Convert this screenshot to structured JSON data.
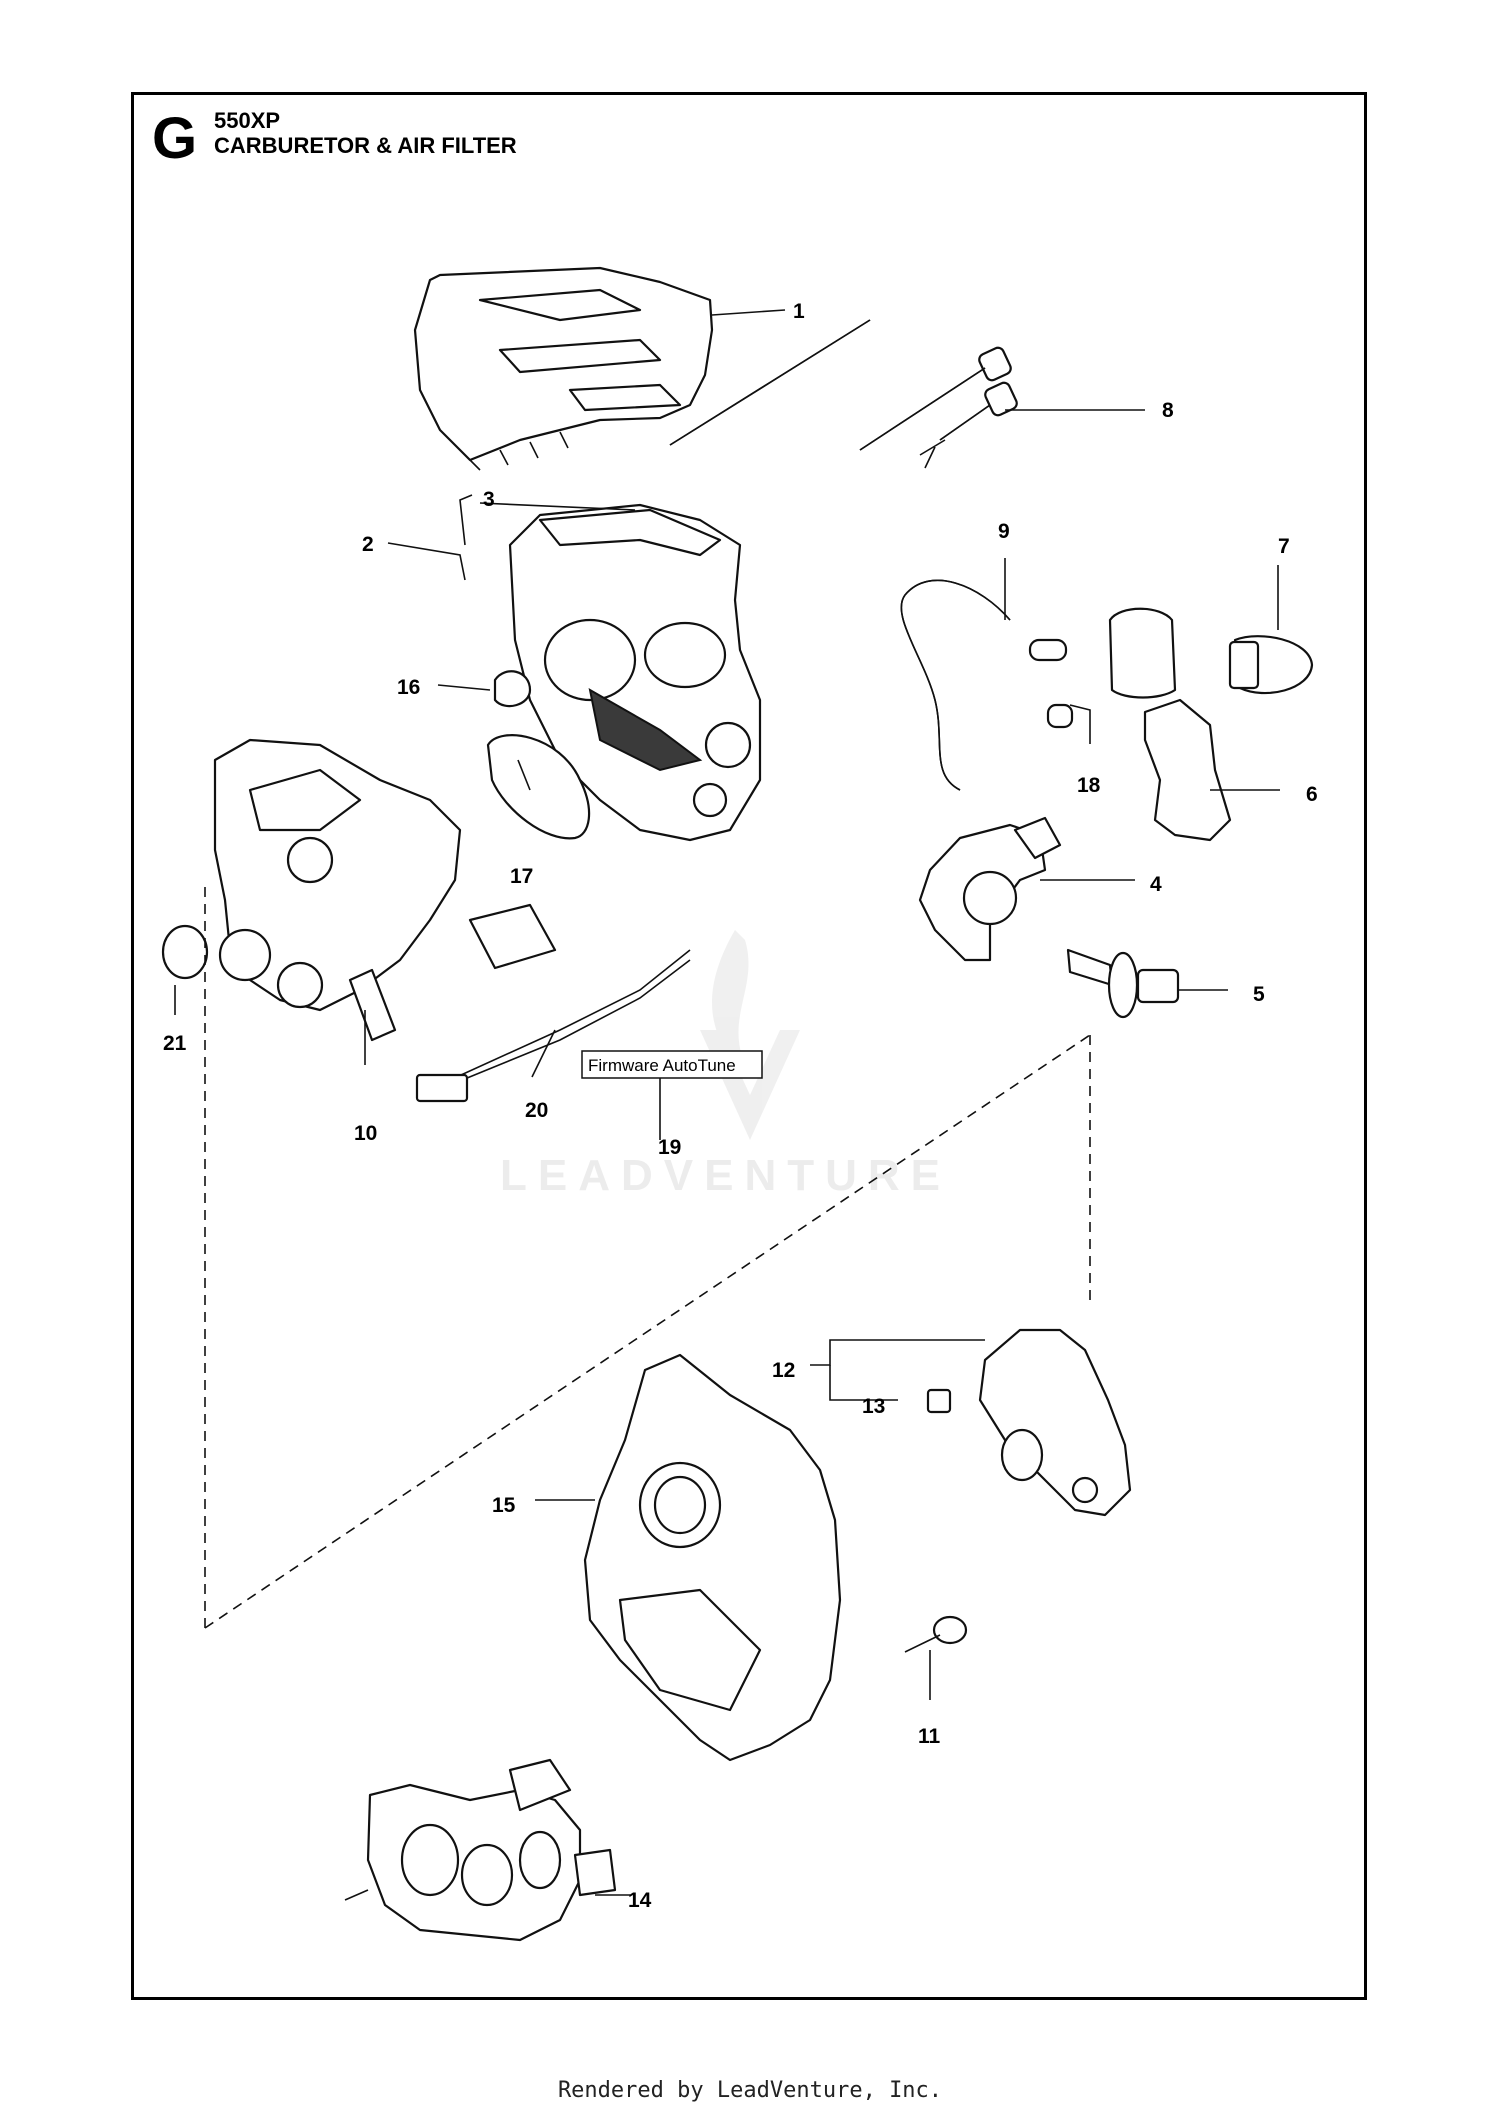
{
  "header": {
    "section_letter": "G",
    "model": "550XP",
    "title": "CARBURETOR & AIR FILTER"
  },
  "firmware_box": {
    "label": "Firmware AutoTune"
  },
  "watermark": {
    "text": "LEADVENTURE"
  },
  "footer": {
    "text": "Rendered by LeadVenture, Inc."
  },
  "callouts": {
    "c1": "1",
    "c2": "2",
    "c3": "3",
    "c4": "4",
    "c5": "5",
    "c6": "6",
    "c7": "7",
    "c8": "8",
    "c9": "9",
    "c10": "10",
    "c11": "11",
    "c12": "12",
    "c13": "13",
    "c14": "14",
    "c15": "15",
    "c16": "16",
    "c17": "17",
    "c18": "18",
    "c19": "19",
    "c20": "20",
    "c21": "21"
  },
  "colors": {
    "ink": "#000000",
    "watermark": "#d9d9d9",
    "frame": "#000000"
  }
}
